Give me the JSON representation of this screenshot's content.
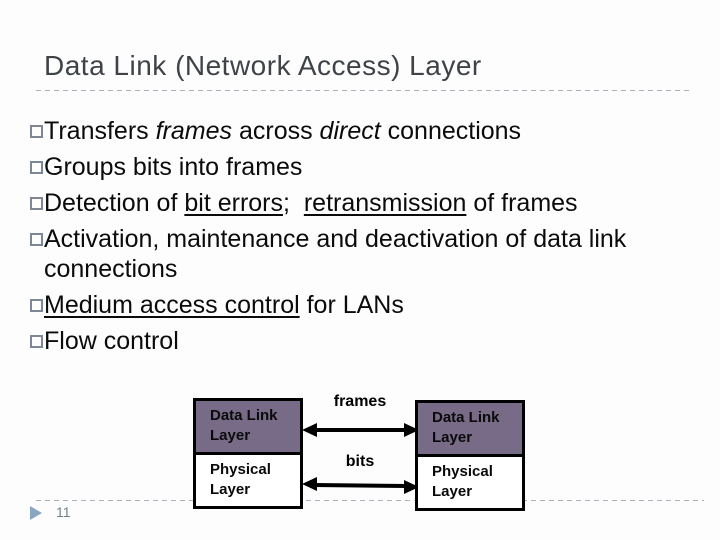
{
  "slide": {
    "title": "Data Link (Network Access) Layer",
    "page_number": "11"
  },
  "bullets": [
    {
      "segments": [
        {
          "t": "Transfers "
        },
        {
          "t": "frames",
          "style": "italic"
        },
        {
          "t": " across "
        },
        {
          "t": "direct",
          "style": "italic"
        },
        {
          "t": " connections"
        }
      ]
    },
    {
      "segments": [
        {
          "t": "Groups bits into frames"
        }
      ]
    },
    {
      "segments": [
        {
          "t": "Detection of "
        },
        {
          "t": "bit errors",
          "style": "underline"
        },
        {
          "t": ";  "
        },
        {
          "t": "retransmission",
          "style": "underline"
        },
        {
          "t": " of frames"
        }
      ]
    },
    {
      "segments": [
        {
          "t": "Activation, maintenance and deactivation of data link connections"
        }
      ]
    },
    {
      "segments": [
        {
          "t": "Medium access control",
          "style": "underline"
        },
        {
          "t": " for LANs"
        }
      ]
    },
    {
      "segments": [
        {
          "t": "Flow control"
        }
      ]
    }
  ],
  "diagram": {
    "left_stack": {
      "top_label": "Data Link Layer",
      "bottom_label": "Physical Layer"
    },
    "right_stack": {
      "top_label": "Data Link Layer",
      "bottom_label": "Physical Layer"
    },
    "arrows": {
      "top_label": "frames",
      "bottom_label": "bits"
    }
  },
  "colors": {
    "data_link_fill": "#776b88",
    "title_text": "#3f4348",
    "dashed_rule": "#a9b2ba",
    "bullet_square": "#7d8795",
    "page_marker": "#8aa5c1",
    "arrow": "#000000"
  }
}
